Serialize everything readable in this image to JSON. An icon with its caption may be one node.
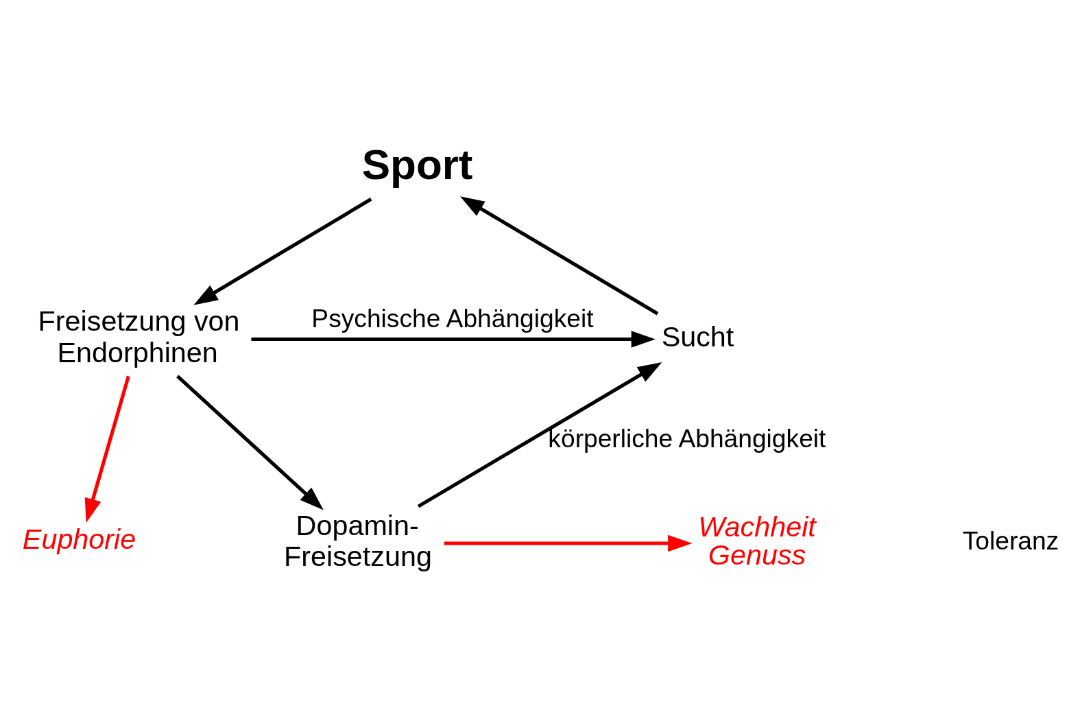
{
  "diagram": {
    "nodes": [
      {
        "text": [
          "Sport"
        ]
      },
      {
        "text": [
          "Sucht"
        ]
      },
      {
        "text": [
          "Freisetzung von Endorphinen"
        ]
      },
      {
        "text": [
          "Dopamin- Freisetzung"
        ]
      },
      {
        "text": [
          "Euphorie"
        ]
      },
      {
        "text": [
          "Wachheit Genuss"
        ]
      }
    ],
    "edges": [
      {
        "from": 1,
        "to": 0,
        "arrow": "to"
      },
      {
        "from": 0,
        "to": 2,
        "arrow": "to"
      },
      {
        "from": 2,
        "to": 1,
        "arrow": "to",
        "label": "Psychische Abhängigkeit"
      },
      {
        "from": 3,
        "to": 1,
        "arrow": "to",
        "label": "körperliche Abhängigkeit"
      },
      {
        "from": 2,
        "to": 3,
        "arrow": "to"
      },
      {
        "from": 2,
        "to": 4,
        "arrow": "to",
        "color": "#ff0000"
      },
      {
        "from": 3,
        "to": 5,
        "arrow": "to",
        "color": "#ff0000"
      }
    ],
    "labels": [
      "Toleranz"
    ]
  }
}
